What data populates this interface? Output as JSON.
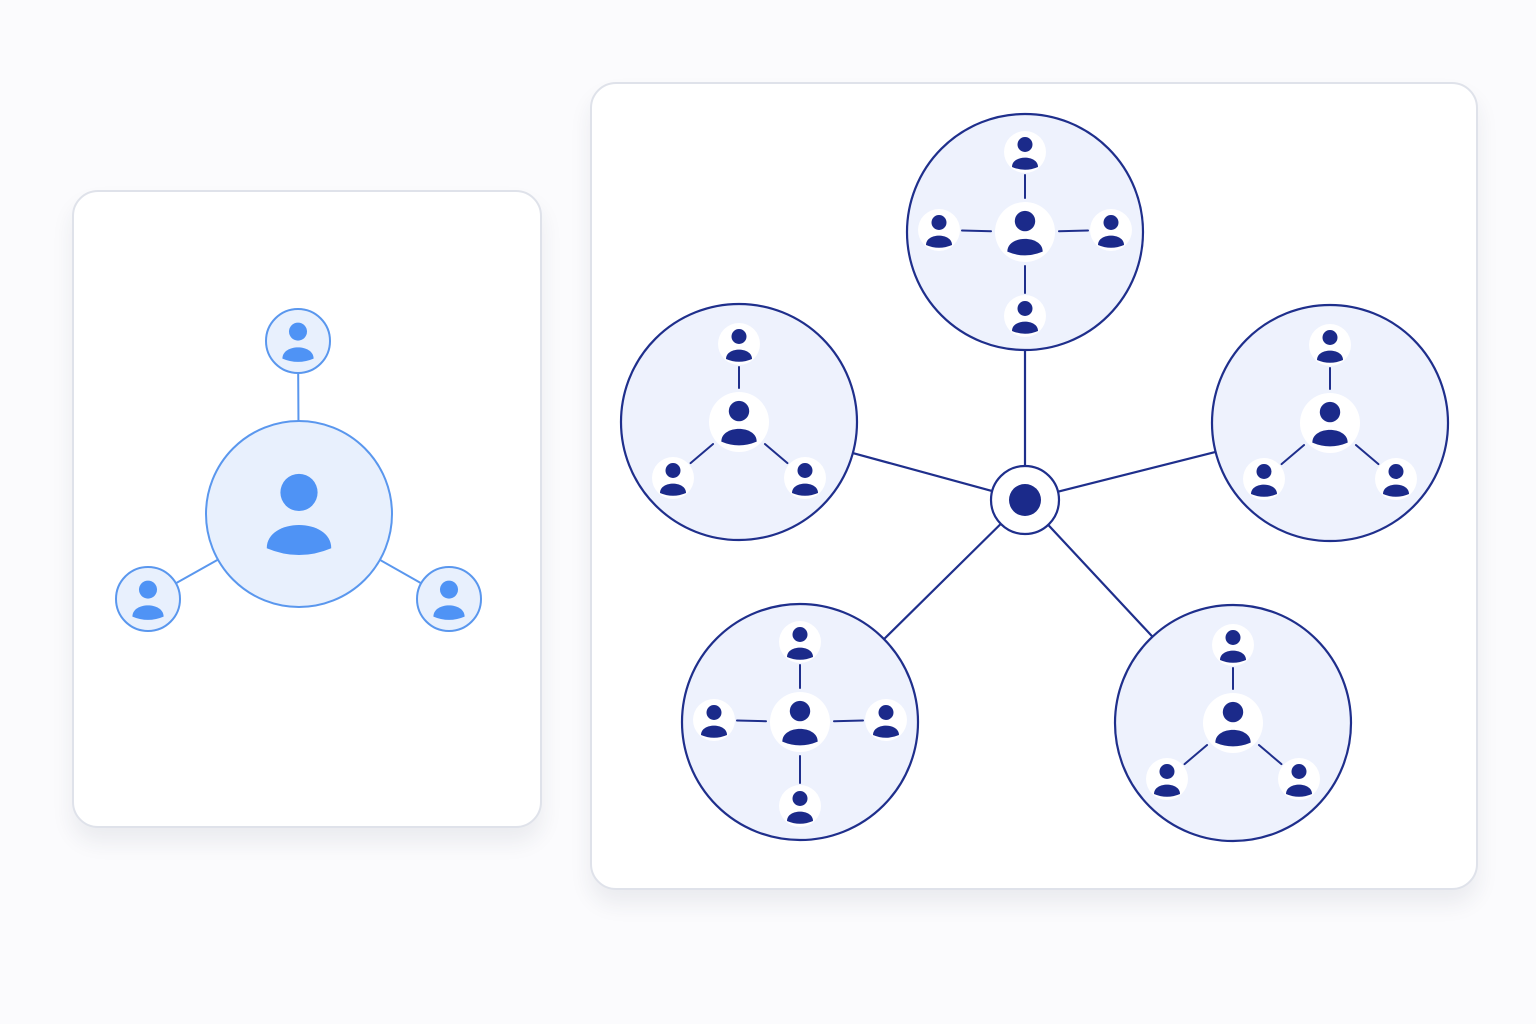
{
  "colors": {
    "background": "#fbfbfd",
    "card_border": "#dfe2ea",
    "single_team_stroke": "#5a97ee",
    "single_team_fill": "#e8f0fd",
    "single_team_icon": "#4f93f5",
    "network_stroke": "#1f2f8c",
    "network_fill": "#eef2fd",
    "network_icon": "#1b2a8a"
  },
  "single_team": {
    "hub_icon": "person-icon",
    "members": 3,
    "member_icon": "person-icon"
  },
  "team_network": {
    "center_node_icon": "dot-icon",
    "teams": [
      {
        "name_icon": "team-cluster-icon",
        "members": 4
      },
      {
        "name_icon": "team-cluster-icon",
        "members": 3
      },
      {
        "name_icon": "team-cluster-icon",
        "members": 3
      },
      {
        "name_icon": "team-cluster-icon",
        "members": 4
      },
      {
        "name_icon": "team-cluster-icon",
        "members": 3
      }
    ]
  }
}
